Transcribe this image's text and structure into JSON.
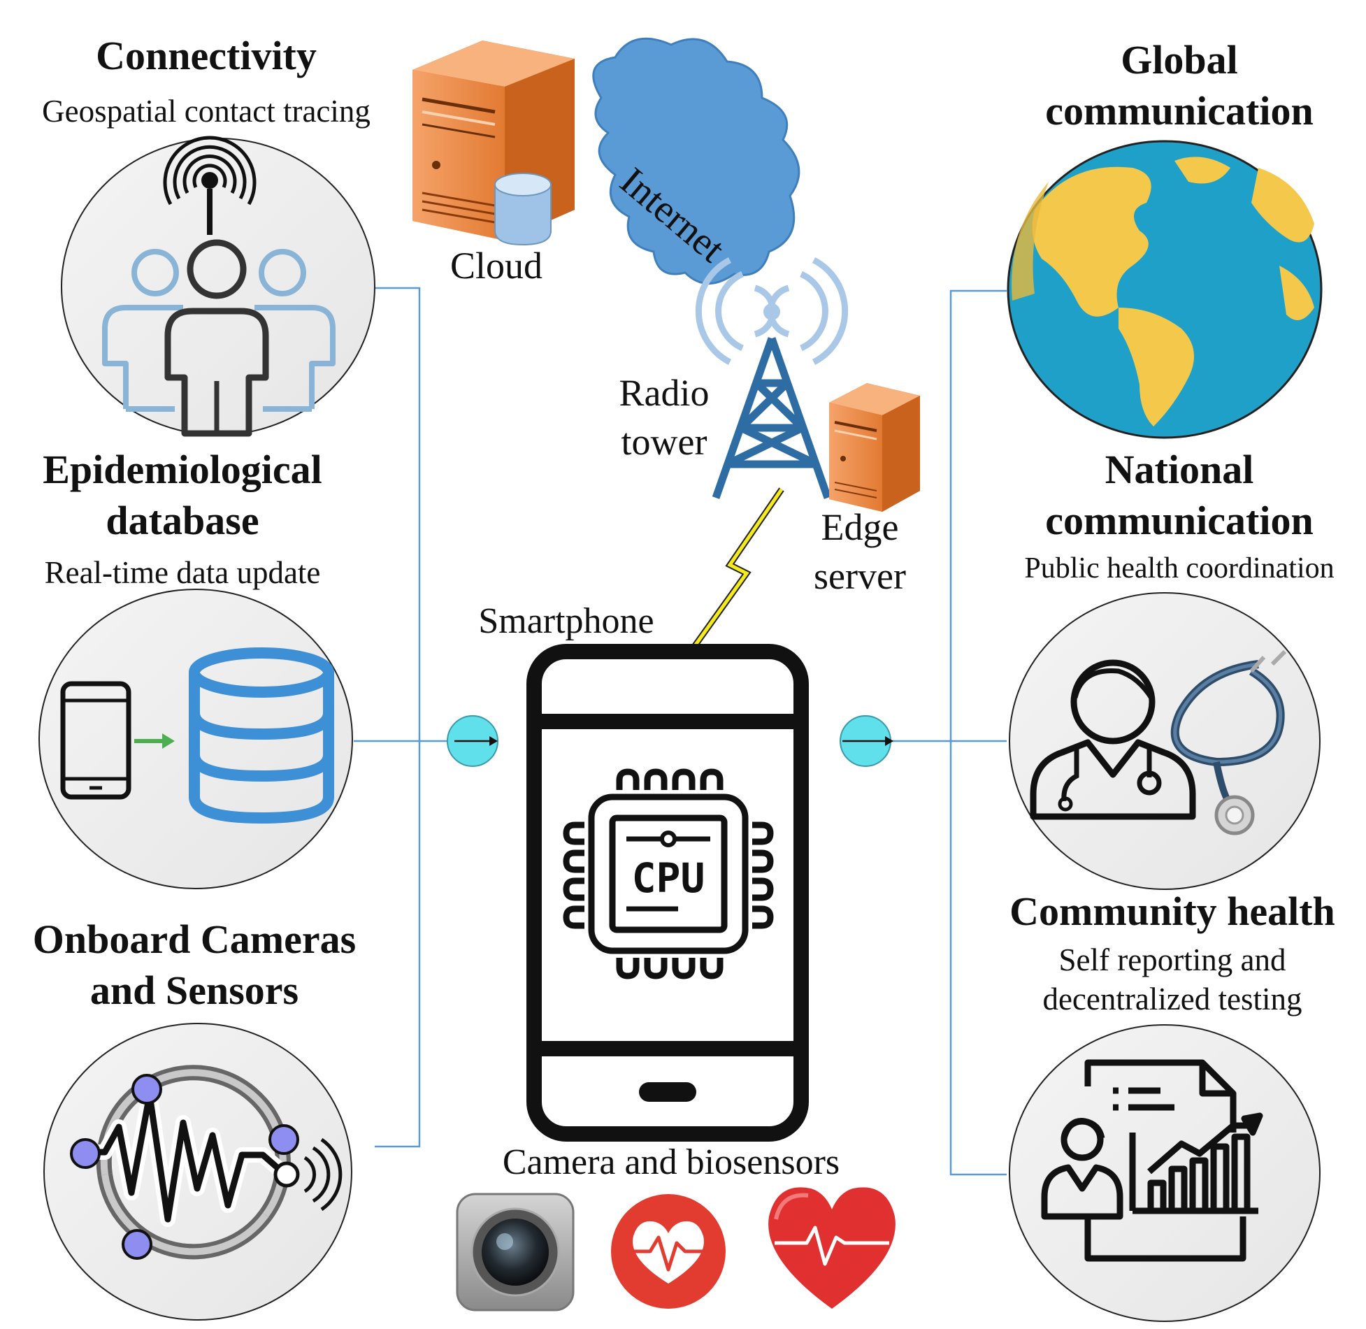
{
  "connectivity": {
    "title": "Connectivity",
    "subtitle": "Geospatial contact tracing"
  },
  "epidemiological": {
    "title_line1": "Epidemiological",
    "title_line2": "database",
    "subtitle": "Real-time data update"
  },
  "onboard": {
    "title_line1": "Onboard Cameras",
    "title_line2": "and Sensors"
  },
  "global": {
    "title_line1": "Global",
    "title_line2": "communication"
  },
  "national": {
    "title_line1": "National",
    "title_line2": "communication",
    "subtitle": "Public health coordination"
  },
  "community": {
    "title": "Community health",
    "subtitle_line1": "Self reporting and",
    "subtitle_line2": "decentralized testing"
  },
  "center": {
    "cloud": "Cloud",
    "internet": "Internet",
    "radio_line1": "Radio",
    "radio_line2": "tower",
    "edge_line1": "Edge",
    "edge_line2": "server",
    "smartphone": "Smartphone",
    "cpu": "CPU",
    "sensors_caption": "Camera and biosensors"
  },
  "icons": {
    "wifi": "wifi-antenna-icon",
    "people": "people-group-icon",
    "database": "database-icon",
    "phone": "phone-icon",
    "sensor": "sensor-network-icon",
    "globe": "globe-icon",
    "doctor": "doctor-stethoscope-icon",
    "report": "health-report-icon",
    "server": "server-icon",
    "tower": "radio-tower-icon",
    "camera": "camera-icon",
    "heart": "heart-rate-icon"
  },
  "colors": {
    "connector": "#5b9bd5",
    "cloud": "#5b9bd5",
    "server": "#e07b2e",
    "tower": "#2e6da4",
    "database": "#3d8fd6",
    "globe_ocean": "#1fa0c8",
    "globe_land": "#f3c84b",
    "heart": "#e03030"
  }
}
